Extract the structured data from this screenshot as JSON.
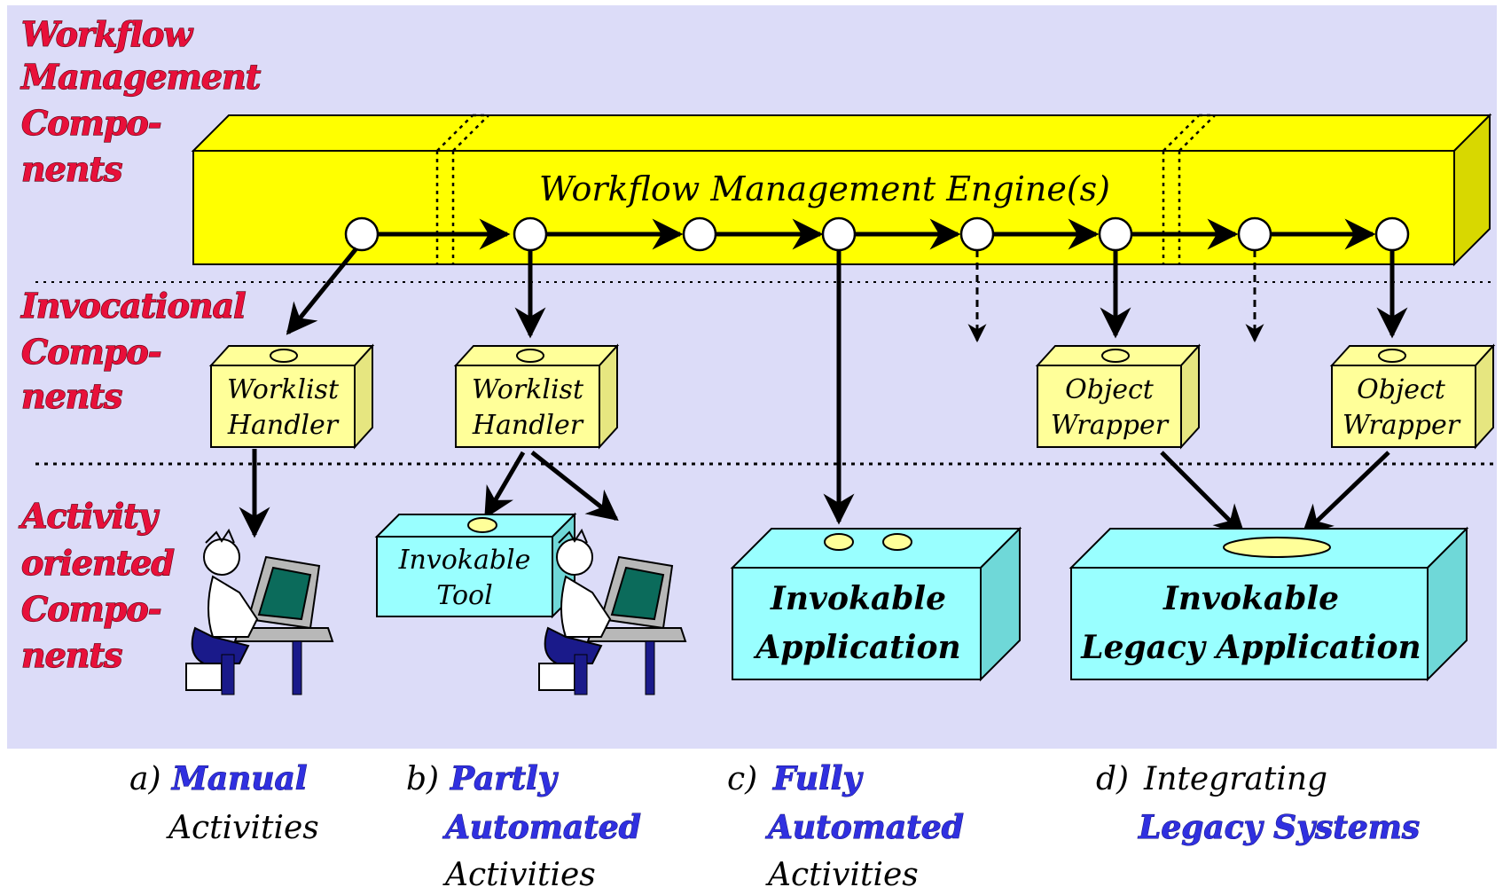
{
  "layers": {
    "workflow_management": [
      "Workflow",
      "Management",
      "Compo-",
      "nents"
    ],
    "invocational": [
      "Invocational",
      "Compo-",
      "nents"
    ],
    "activity_oriented": [
      "Activity",
      "oriented",
      "Compo-",
      "nents"
    ]
  },
  "engine": {
    "label": "Workflow Management Engine(s)"
  },
  "handlers": {
    "worklist_1": [
      "Worklist",
      "Handler"
    ],
    "worklist_2": [
      "Worklist",
      "Handler"
    ],
    "wrapper_1": [
      "Object",
      "Wrapper"
    ],
    "wrapper_2": [
      "Object",
      "Wrapper"
    ]
  },
  "tools": {
    "invokable_tool": [
      "Invokable",
      "Tool"
    ],
    "invokable_application": [
      "Invokable",
      "Application"
    ],
    "legacy_application": [
      "Invokable",
      "Legacy Application"
    ]
  },
  "captions": {
    "a": {
      "prefix": "a)",
      "highlight": "Manual",
      "rest": "Activities"
    },
    "b": {
      "prefix": "b)",
      "highlight_1": "Partly",
      "highlight_2": "Automated",
      "rest": "Activities"
    },
    "c": {
      "prefix": "c)",
      "highlight_1": "Fully",
      "highlight_2": "Automated",
      "rest": "Activities"
    },
    "d": {
      "prefix": "d)",
      "plain": "Integrating",
      "highlight": "Legacy Systems"
    }
  },
  "colors": {
    "background": "#dcdcf8",
    "engine_yellow": "#ffff00",
    "handler_yellow": "#ffff99",
    "tool_cyan": "#99ffff",
    "layer_label_red": "#e8103a",
    "caption_blue": "#3030e0"
  }
}
